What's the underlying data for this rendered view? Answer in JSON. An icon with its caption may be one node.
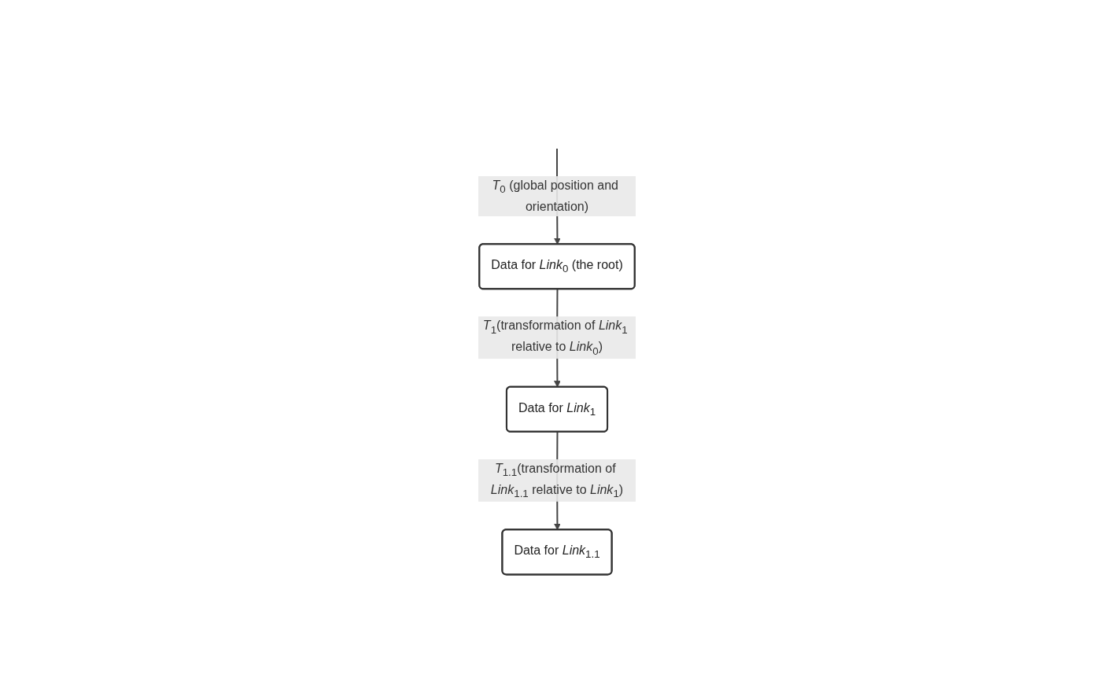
{
  "diagram": {
    "nodes": [
      {
        "text": [
          "Data for *Link*$_{0}$ (the root)"
        ]
      },
      {
        "text": [
          "Data for *Link*$_{1}$"
        ]
      },
      {
        "text": [
          "Data for *Link*$_{1.1}$"
        ]
      }
    ],
    "edges": [
      {
        "from": null,
        "to": 0,
        "arrow": "to",
        "label": "*T*$_{0}$ (global position and orientation)"
      },
      {
        "from": 0,
        "to": 1,
        "arrow": "to",
        "label": "*T*$_{1}$(transformation of *Link*$_{1}$ relative to *Link*$_{0}$)"
      },
      {
        "from": 1,
        "to": 2,
        "arrow": "to",
        "label": "*T*$_{1.1}$(transformation of *Link*$_{1.1}$ relative to *Link*$_{1}$)"
      }
    ]
  }
}
